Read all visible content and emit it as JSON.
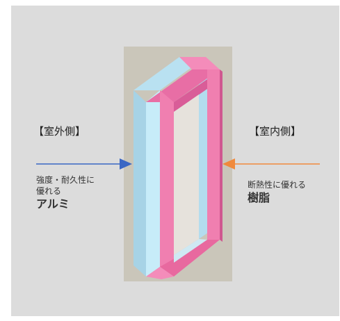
{
  "labels": {
    "outdoor_side": "【室外側】",
    "indoor_side": "【室内側】",
    "outdoor_desc_line1": "強度・耐久性に",
    "outdoor_desc_line2": "優れる",
    "outdoor_material": "アルミ",
    "indoor_desc": "断熱性に優れる",
    "indoor_material": "樹脂"
  },
  "colors": {
    "background": "#dcdcdc",
    "aluminum": "#bfe6f4",
    "resin": "#f07fb0",
    "outdoor_arrow": "#3a67c4",
    "indoor_arrow": "#f08a3c"
  }
}
